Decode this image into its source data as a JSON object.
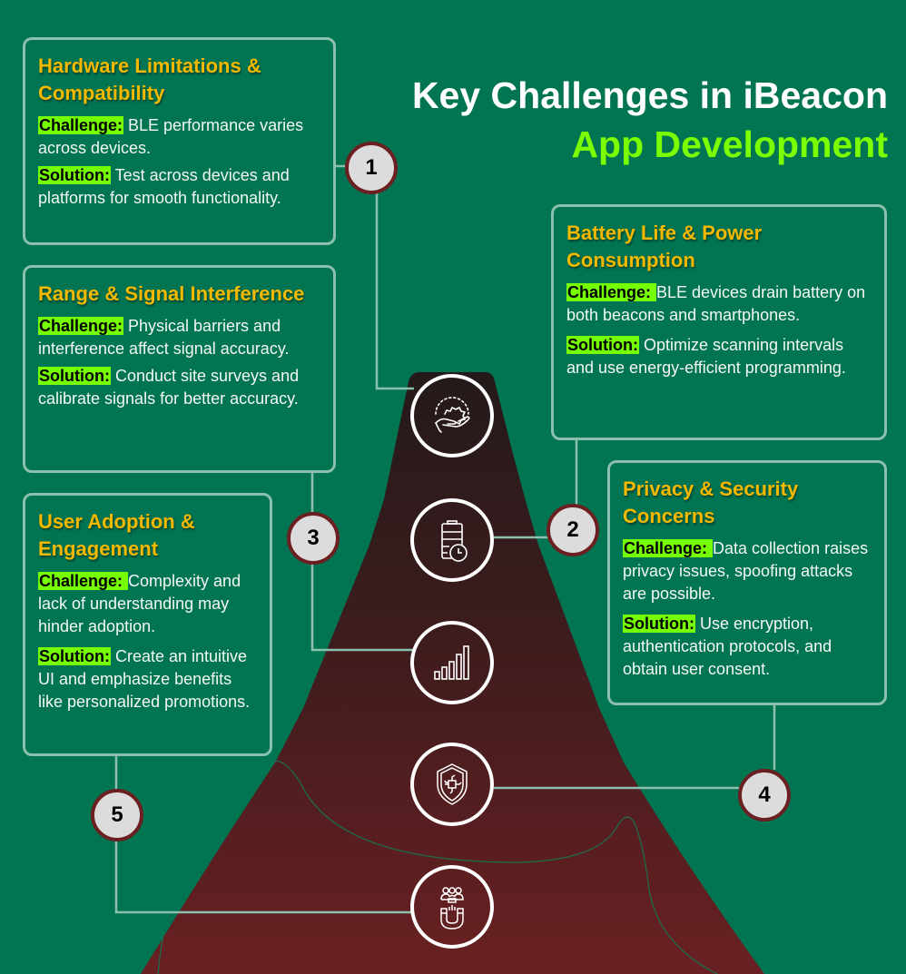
{
  "headline": {
    "line1": "Key Challenges in iBeacon",
    "line2": "App Development"
  },
  "colors": {
    "background": "#017552",
    "card_border": "#8cc0ae",
    "title_yellow": "#f5b800",
    "tag_green": "#76ff03",
    "headline_green": "#7bff00",
    "mountain_top": "#241a1a",
    "mountain_bottom": "#6a2022",
    "number_fill": "#dcdcdc",
    "number_border": "#6b1f20"
  },
  "cards": [
    {
      "number": "1",
      "title": "Hardware Limitations & Compatibility",
      "challenge_label": "Challenge:",
      "challenge_text": " BLE performance varies across devices.",
      "solution_label": "Solution:",
      "solution_text": " Test across devices and platforms for smooth functionality.",
      "icon": "hand-holding-gear-icon"
    },
    {
      "number": "2",
      "title": "Battery Life & Power Consumption",
      "challenge_label": "Challenge: ",
      "challenge_text": " BLE devices drain battery on both beacons and smartphones.",
      "solution_label": "Solution:",
      "solution_text": " Optimize scanning intervals and use energy-efficient programming.",
      "icon": "battery-clock-icon"
    },
    {
      "number": "3",
      "title": "Range & Signal Interference",
      "challenge_label": "Challenge:",
      "challenge_text": " Physical barriers and interference affect signal accuracy.",
      "solution_label": "Solution:",
      "solution_text": " Conduct site surveys and calibrate signals for better accuracy.",
      "icon": "signal-bars-icon"
    },
    {
      "number": "4",
      "title": "Privacy & Security Concerns",
      "challenge_label": "Challenge: ",
      "challenge_text": " Data collection raises privacy issues, spoofing attacks are possible.",
      "solution_label": "Solution:",
      "solution_text": " Use encryption, authentication protocols, and obtain user consent.",
      "icon": "shield-chip-icon"
    },
    {
      "number": "5",
      "title": "User Adoption & Engagement",
      "challenge_label": "Challenge: ",
      "challenge_text": " Complexity and lack of understanding may hinder adoption.",
      "solution_label": "Solution:",
      "solution_text": " Create an intuitive UI and emphasize benefits like personalized promotions.",
      "icon": "magnet-people-icon"
    }
  ]
}
